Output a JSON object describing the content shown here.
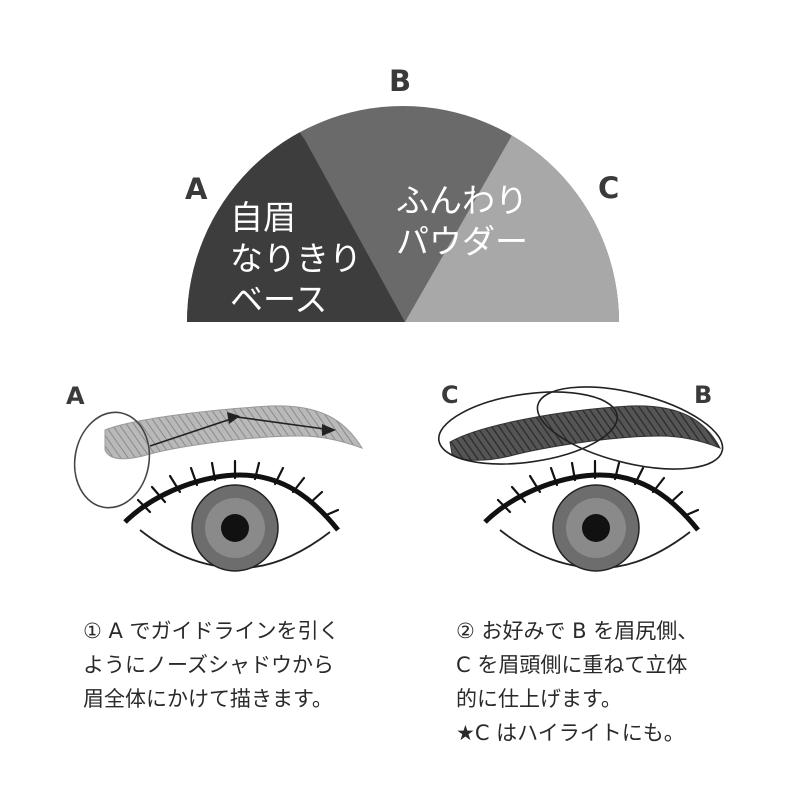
{
  "palette": {
    "A": {
      "label": "A",
      "text": "自眉\nなりきり\nベース",
      "color": "#3d3d3d"
    },
    "B": {
      "label": "B",
      "color": "#6a6a6a"
    },
    "C": {
      "label": "C",
      "text": "ふんわり\nパウダー",
      "color": "#a8a8a8"
    }
  },
  "step1": {
    "letter": "A",
    "caption": [
      "① A でガイドラインを引く",
      "ようにノーズシャドウから",
      "眉全体にかけて描きます。"
    ]
  },
  "step2": {
    "letter_c": "C",
    "letter_b": "B",
    "caption": [
      "② お好みで B を眉尻側、",
      "C を眉頭側に重ねて立体",
      "的に仕上げます。",
      "★C はハイライトにも。"
    ]
  }
}
